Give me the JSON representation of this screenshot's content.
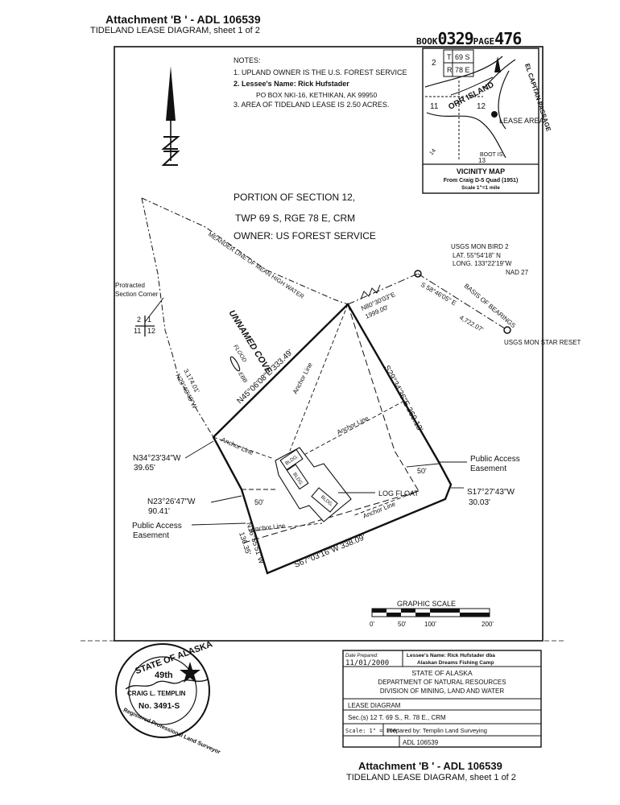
{
  "header": {
    "attachment": "Attachment 'B ' -  ADL 106539",
    "subtitle": "TIDELAND LEASE DIAGRAM,  sheet 1 of 2",
    "book_label": "BOOK",
    "book_number": "0329",
    "page_label": "PAGE",
    "page_number": "476"
  },
  "notes": {
    "title": "NOTES:",
    "items": [
      "1.  UPLAND OWNER IS THE U.S. FOREST SERVICE",
      "2.  Lessee's Name: Rick Hufstader",
      "PO BOX NKI-16, KETHIKAN, AK 99950",
      "3.  AREA OF TIDELAND LEASE IS  2.50 ACRES."
    ]
  },
  "vicinity_map": {
    "title": "VICINITY   MAP",
    "source": "From Craig D-5 Quad (1951)",
    "scale": "Scale 1\"=1 mile",
    "t_label": "T",
    "t_value": "69 S",
    "r_label": "R",
    "r_value": "78 E",
    "sec_left": "2",
    "sec_11": "11",
    "sec_12": "12",
    "island": "ORR ISLAND",
    "passage": "EL CAPITAN PASSAGE",
    "lease_area": "LEASE AREA",
    "boot_is": "BOOT IS.",
    "sec_13": "13",
    "corner": "14"
  },
  "section_title": {
    "line1": "PORTION OF SECTION 12,",
    "line2": "TWP 69 S, RGE 78 E, CRM",
    "line3": "OWNER:  US FOREST SERVICE"
  },
  "labels": {
    "meander": "MEANDER LINE OF MEAN HIGH WATER",
    "usgs_bird": "USGS MON BIRD 2",
    "lat": "LAT.  55°54'18\" N",
    "long": "LONG. 133°22'19\"W",
    "nad": "NAD 27",
    "basis": "BASIS OF BEARINGS",
    "basis_bearing": "S 58°46'05\" E",
    "basis_dist": "4,722.07'",
    "usgs_star": "USGS MON STAR RESET",
    "protracted": "Protracted Section Corner",
    "corner_2": "2",
    "corner_1": "1",
    "corner_11": "11",
    "corner_12": "12",
    "unnamed_cove": "UNNAMED COVE",
    "flood": "FLOOD",
    "ebb": "EBB",
    "tie_bearing": "N80°30'03\"E",
    "tie_dist": "1999.00'",
    "line_west_bearing": "N29°49'48\"W",
    "line_west_dist": "3,174.01'",
    "nw_line": "N45°06'08\"E 333.49'",
    "ne_line": "S29°34'36\"E 369.13'",
    "se_line": "S17°27'43\"W",
    "se_dist": "30.03'",
    "s_line": "S67°03'16\"W  338.09'",
    "w_line": "N16°55'51\"W",
    "w_dist": "136.35'",
    "sw1_bearing": "N34°23'34\"W",
    "sw1_dist": "39.65'",
    "sw2_bearing": "N23°26'47\"W",
    "sw2_dist": "90.41'",
    "public_access_e": "Public Access Easement",
    "public_access_w": "Public Access Easement",
    "fifty_e": "50'",
    "fifty_w": "50'",
    "anchor": "Anchor Line",
    "log_float": "LOG FLOAT",
    "bldg": "BLDG."
  },
  "graphic_scale": {
    "title": "GRAPHIC  SCALE",
    "ticks": [
      "0'",
      "50'",
      "100'",
      "200'"
    ]
  },
  "title_block": {
    "date_prepared_label": "Date Prepared:",
    "date": "11/01/2000",
    "lessee": "Lessee's Name: Rick Hufstader dba",
    "camp": "Alaskan Dreams Fishing Camp",
    "state": "STATE   OF   ALASKA",
    "dept": "DEPARTMENT   OF   NATURAL   RESOURCES",
    "division": "DIVISION OF MINING, LAND AND WATER",
    "diagram": "LEASE  DIAGRAM",
    "sections": "Sec.(s) 12    T. 69  S.,  R.  78  E.,    CRM",
    "scale": "Scale: 1\" = 100'",
    "prepared_by": "Prepared by: Templin Land Surveying",
    "adl": "ADL   106539"
  },
  "seal": {
    "state": "STATE OF ALASKA",
    "registered": "Registered Professional Land Surveyor",
    "name": "CRAIG L. TEMPLIN",
    "number": "No. 3491-S",
    "forty_ninth": "49th",
    "signature": "Craig L. Templin"
  },
  "footer": {
    "attachment": "Attachment 'B ' -  ADL 106539",
    "subtitle": "TIDELAND LEASE DIAGRAM,  sheet 1 of 2"
  }
}
